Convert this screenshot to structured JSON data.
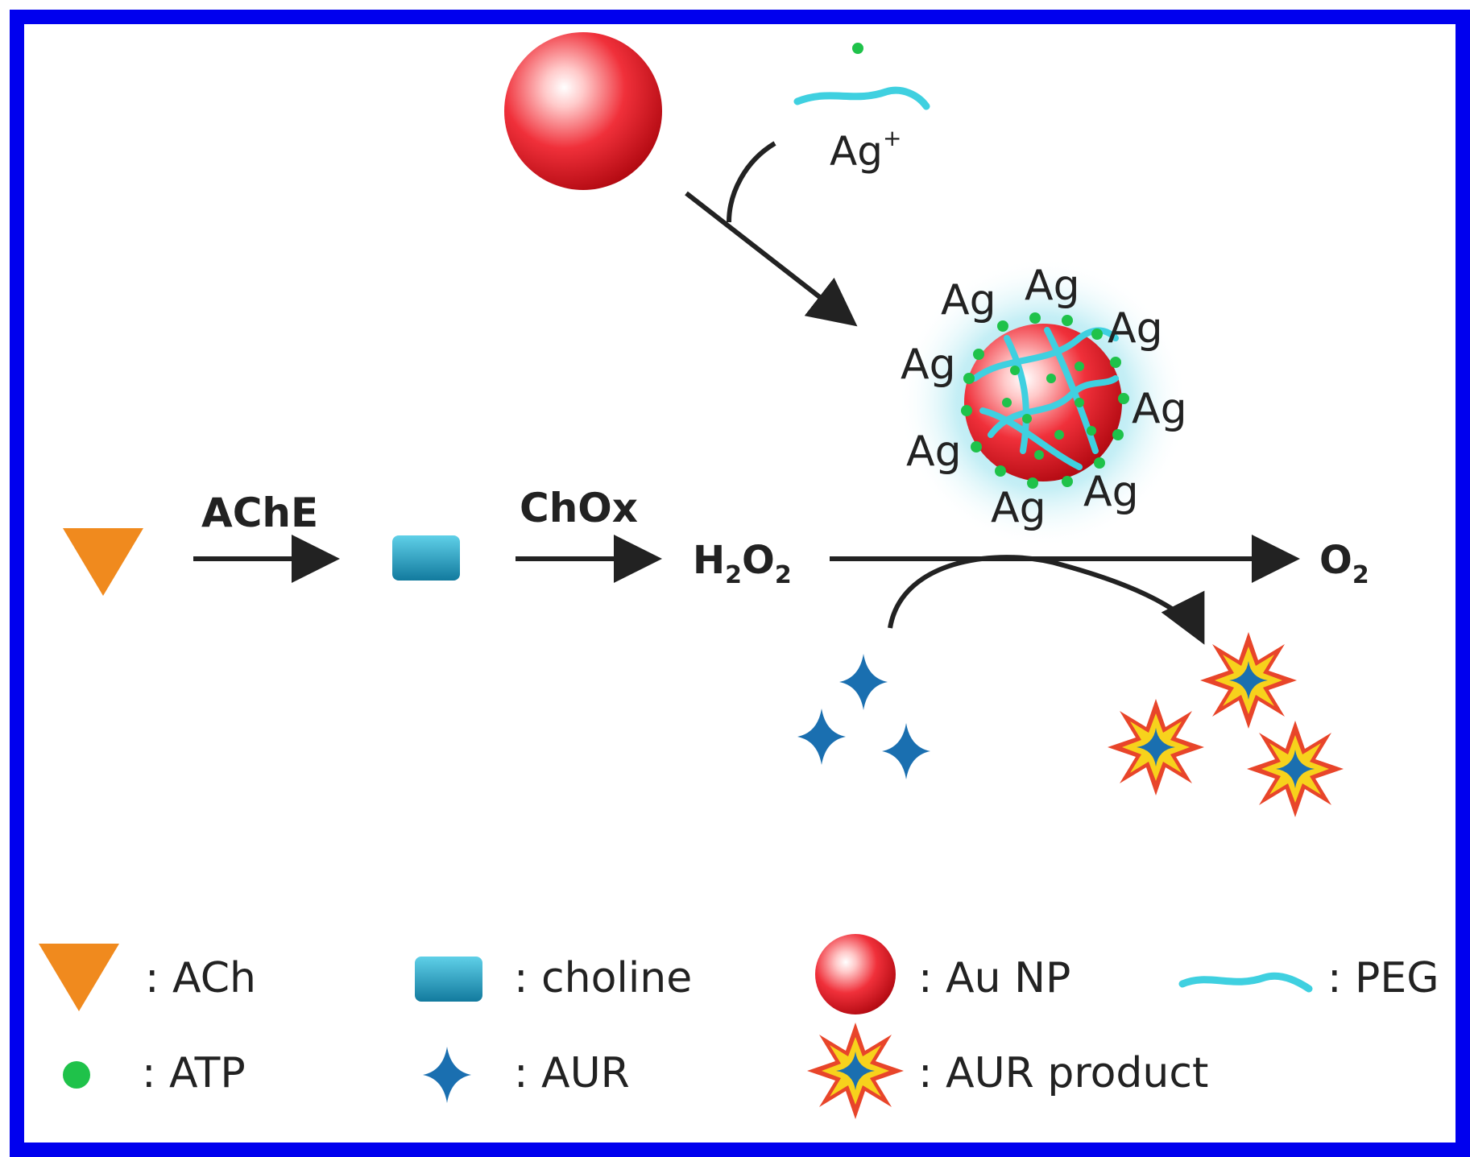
{
  "labels": {
    "ag_ion": "Ag",
    "ag_ion_charge": "+",
    "ag": "Ag",
    "ache": "AChE",
    "chox": "ChOx",
    "h2o2_h": "H",
    "h2o2_sub1": "2",
    "h2o2_o": "O",
    "h2o2_sub2": "2",
    "o2_o": "O",
    "o2_sub": "2"
  },
  "legend": {
    "ach": ": ACh",
    "choline": ": choline",
    "au_np": ": Au NP",
    "peg": ": PEG",
    "atp": ": ATP",
    "aur": ": AUR",
    "aur_product": ": AUR product"
  },
  "colors": {
    "border": "#0000ee",
    "ach_triangle": "#f08a1e",
    "choline_block": "#1a9bbf",
    "au_np": "#e8202a",
    "peg": "#3fd0e0",
    "atp": "#1fc24a",
    "aur": "#1a6fb0",
    "aur_product_outer": "#e8452a",
    "aur_product_inner": "#f7d21c"
  }
}
